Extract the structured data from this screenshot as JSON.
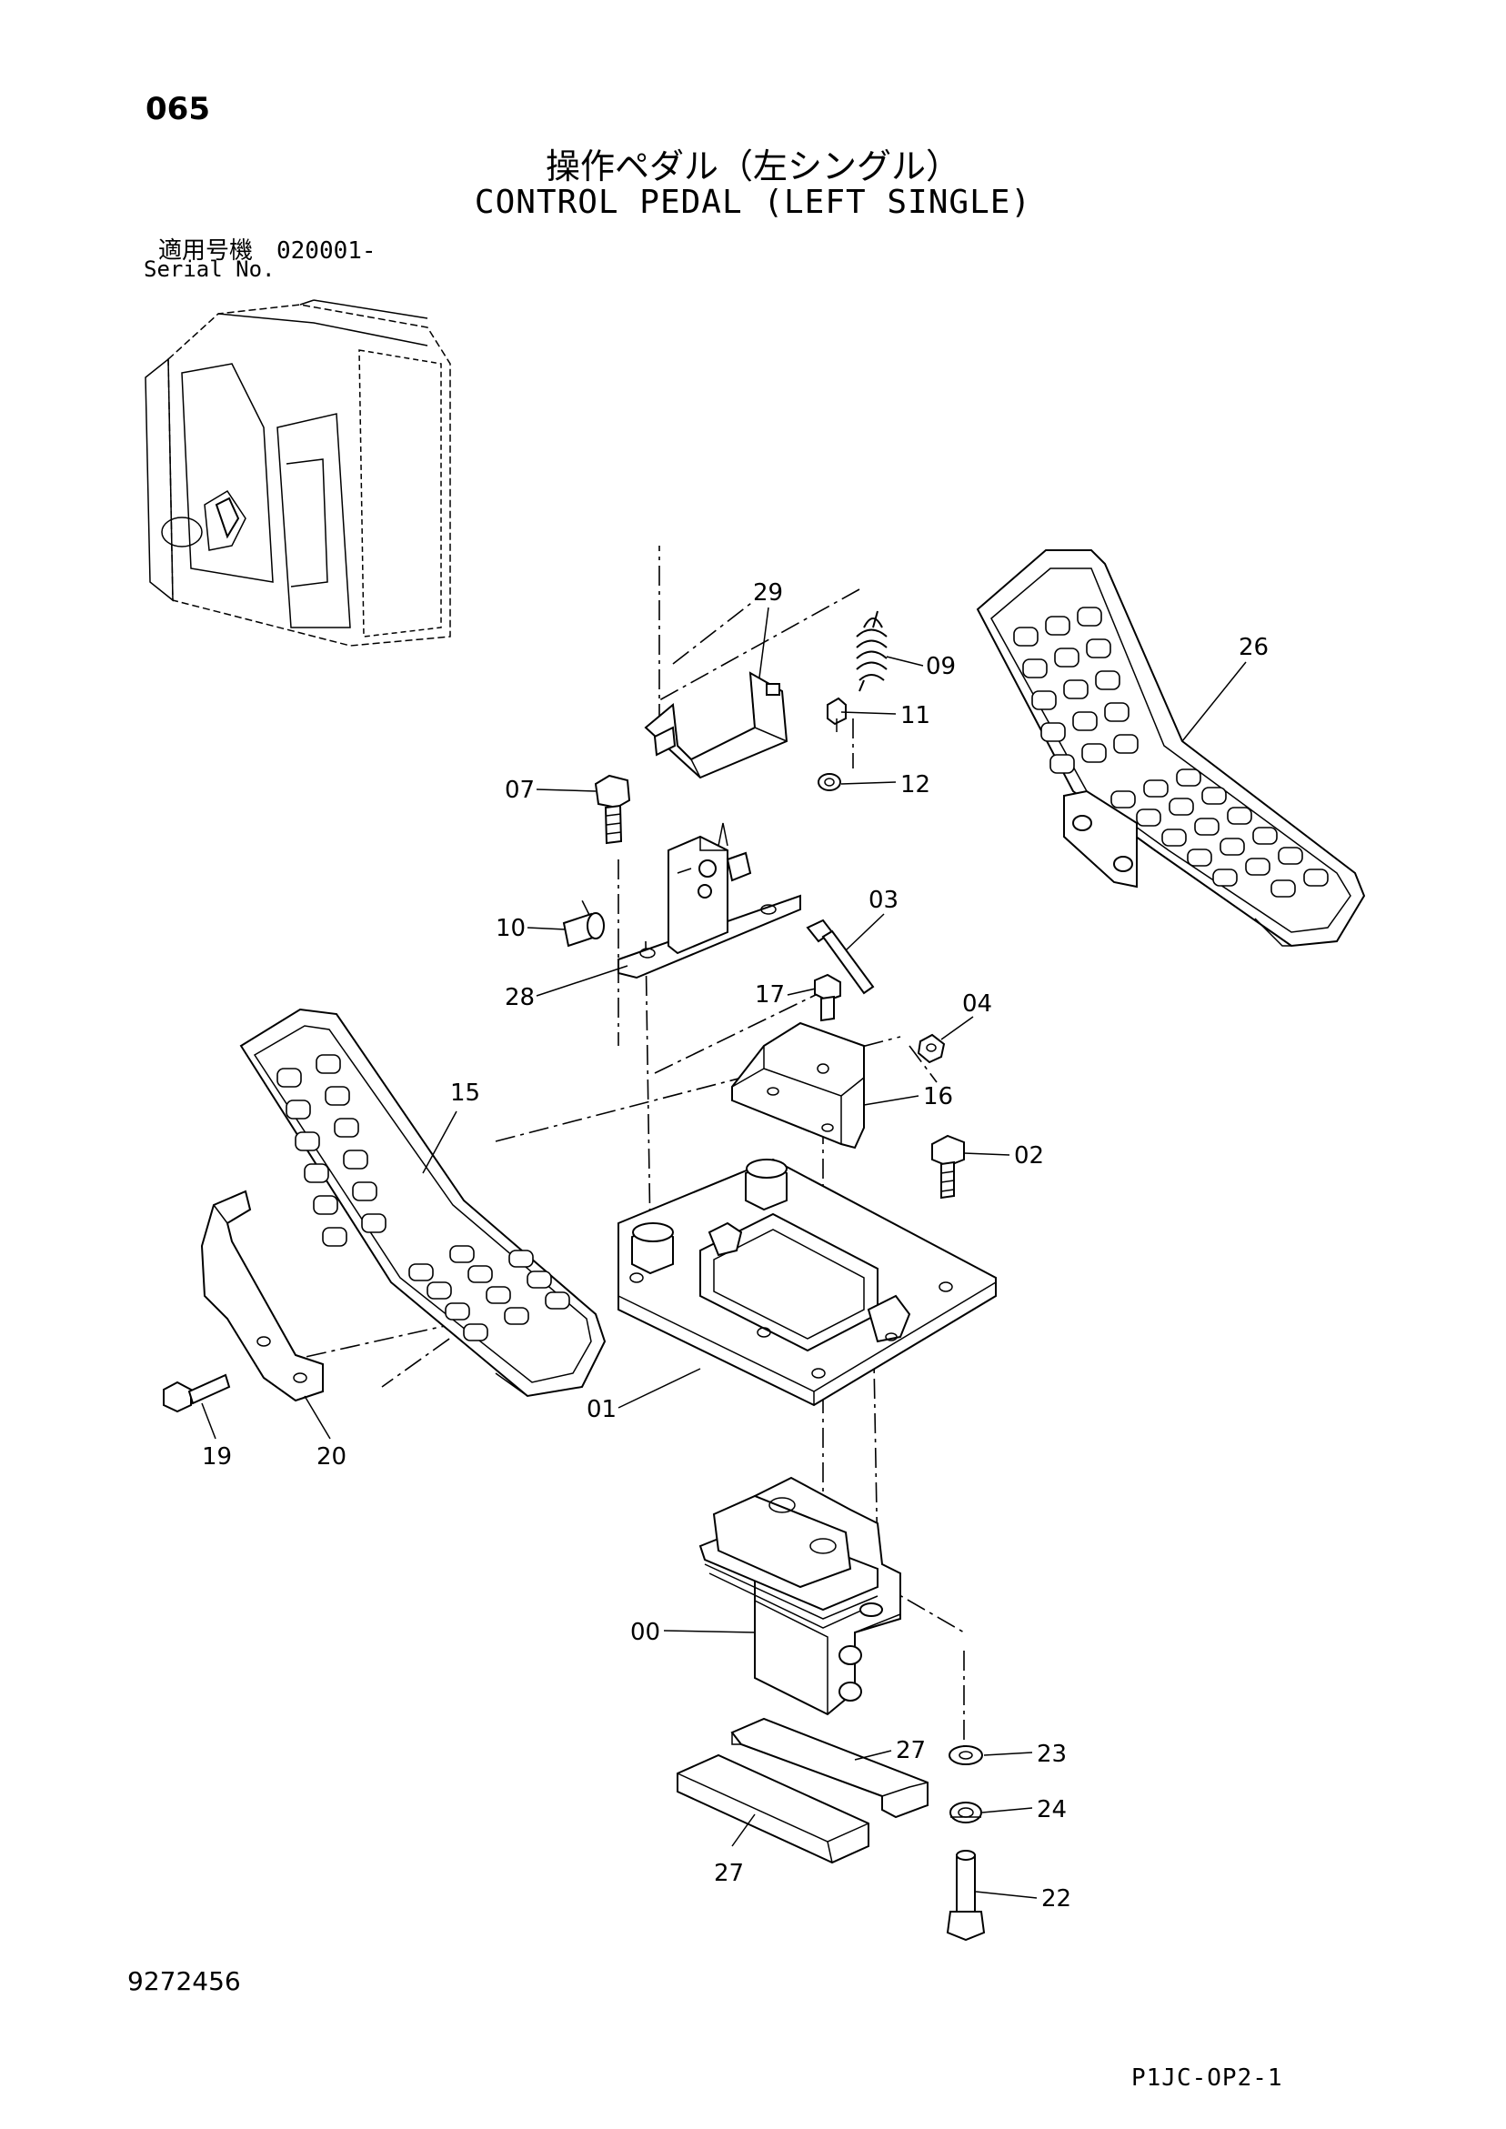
{
  "header": {
    "page_number": "065",
    "title_jp": "操作ペダル（左シングル）",
    "title_en": "CONTROL PEDAL (LEFT SINGLE)",
    "serial_jp": "適用号機　020001-",
    "serial_en": "Serial No."
  },
  "footer": {
    "drawing_number": "9272456",
    "sheet_code": "P1JC-OP2-1"
  },
  "part_labels": {
    "p29": "29",
    "p09": "09",
    "p11": "11",
    "p07": "07",
    "p12": "12",
    "p26": "26",
    "p10": "10",
    "p28": "28",
    "p03": "03",
    "p17": "17",
    "p04": "04",
    "p15": "15",
    "p16": "16",
    "p02": "02",
    "p01": "01",
    "p19": "19",
    "p20": "20",
    "p00": "00",
    "p27a": "27",
    "p23": "23",
    "p24": "24",
    "p27b": "27",
    "p22": "22"
  }
}
